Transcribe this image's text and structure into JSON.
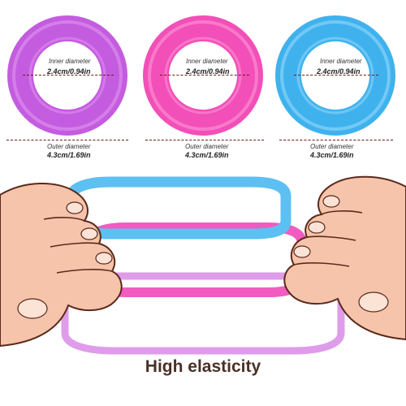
{
  "rings": [
    {
      "color": "#c45ce0",
      "highlight": "#e6a0f2",
      "inner_label": "Inner diameter",
      "inner_value": "2.4cm/0.94in",
      "outer_label": "Outer diameter",
      "outer_value": "4.3cm/1.69in"
    },
    {
      "color": "#f24fb8",
      "highlight": "#ffa6dc",
      "inner_label": "Inner diameter",
      "inner_value": "2.4cm/0.94in",
      "outer_label": "Outer diameter",
      "outer_value": "4.3cm/1.69in"
    },
    {
      "color": "#3fb2ee",
      "highlight": "#a8e0fb",
      "inner_label": "Inner diameter",
      "inner_value": "2.4cm/0.94in",
      "outer_label": "Outer diameter",
      "outer_value": "4.3cm/1.69in"
    }
  ],
  "caption": "High elasticity",
  "colors": {
    "skin": "#f6c4aa",
    "skin_shadow": "#d99479",
    "outline": "#5a2a1c",
    "blue_band": "#5cc0f2",
    "pink_band": "#f25bbf",
    "violet_band": "#d98be6"
  }
}
